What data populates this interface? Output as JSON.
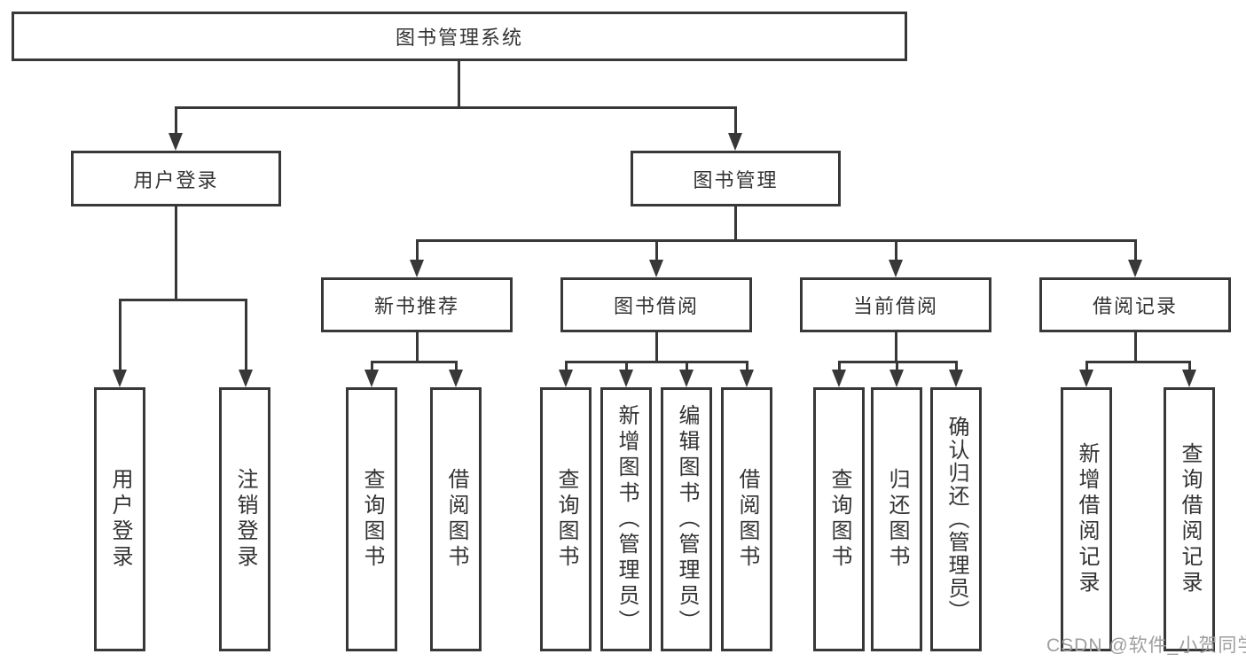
{
  "watermark": {
    "text": "CSDN @软件_小贺同学"
  },
  "colors": {
    "line": "#383838",
    "box_border": "#383838",
    "text": "#333333",
    "watermark": "#9e9e9e",
    "background": "#ffffff"
  },
  "tree": {
    "root": {
      "label": "图书管理系统",
      "children": [
        {
          "label": "用户登录",
          "children": [
            {
              "label": "用户登录"
            },
            {
              "label": "注销登录"
            }
          ]
        },
        {
          "label": "图书管理",
          "children": [
            {
              "label": "新书推荐",
              "children": [
                {
                  "label": "查询图书"
                },
                {
                  "label": "借阅图书"
                }
              ]
            },
            {
              "label": "图书借阅",
              "children": [
                {
                  "label": "查询图书"
                },
                {
                  "label": "新增图书（管理员）"
                },
                {
                  "label": "编辑图书（管理员）"
                },
                {
                  "label": "借阅图书"
                }
              ]
            },
            {
              "label": "当前借阅",
              "children": [
                {
                  "label": "查询图书"
                },
                {
                  "label": "归还图书"
                },
                {
                  "label": "确认归还（管理员）"
                }
              ]
            },
            {
              "label": "借阅记录",
              "children": [
                {
                  "label": "新增借阅记录"
                },
                {
                  "label": "查询借阅记录"
                }
              ]
            }
          ]
        }
      ]
    }
  }
}
